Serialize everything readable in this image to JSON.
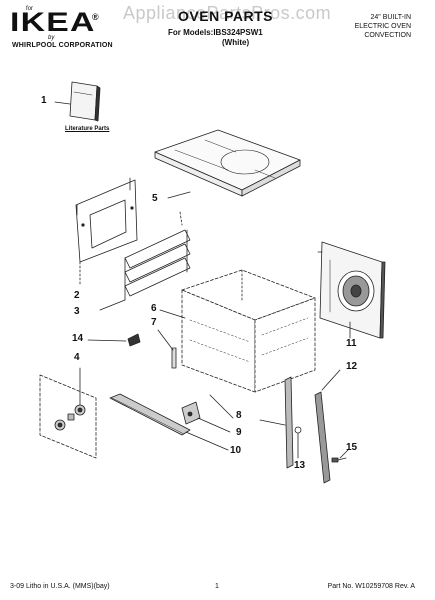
{
  "header": {
    "brand_for": "for",
    "brand_name": "IKEA",
    "brand_reg": "®",
    "brand_by": "by",
    "brand_maker": "WHIRLPOOL CORPORATION",
    "watermark": "AppliancePartsPros.com",
    "title": "OVEN PARTS",
    "models": "For Models:IBS324PSW1",
    "color": "(White)",
    "description": [
      "24\" BUILT-IN",
      "ELECTRIC OVEN",
      "CONVECTION"
    ]
  },
  "labels": {
    "literature": "Literature Parts"
  },
  "callouts": [
    "1",
    "2",
    "3",
    "4",
    "5",
    "6",
    "7",
    "8",
    "9",
    "10",
    "11",
    "12",
    "13",
    "14",
    "15"
  ],
  "footer": {
    "left": "3-09 Litho in U.S.A. (MMS)(bay)",
    "page": "1",
    "right": "Part No. W10259708 Rev. A"
  }
}
